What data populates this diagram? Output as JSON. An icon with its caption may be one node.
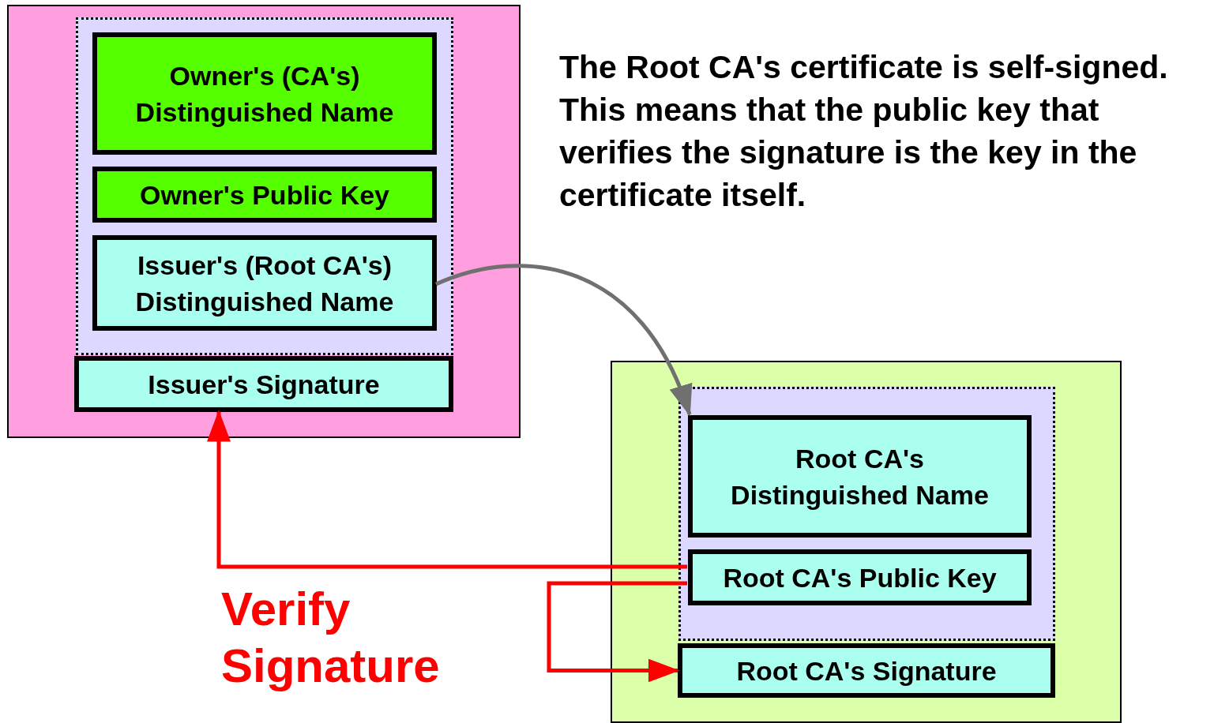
{
  "diagram": {
    "nodes": [
      {
        "text": [],
        "shape": "box"
      },
      {
        "text": [],
        "shape": "box",
        "in": 0
      },
      {
        "text": [
          "Owner's (CA's) Distinguished Name"
        ],
        "in": 1
      },
      {
        "text": [
          "Owner's Public Key"
        ],
        "in": 1
      },
      {
        "text": [
          "Issuer's (Root CA's) Distinguished Name"
        ],
        "in": 1
      },
      {
        "text": [
          "Issuer's Signature"
        ],
        "in": 0
      },
      {
        "text": [],
        "shape": "box"
      },
      {
        "text": [],
        "shape": "box",
        "in": 6
      },
      {
        "text": [
          "Root CA's Distinguished Name"
        ],
        "in": 7
      },
      {
        "text": [
          "Root CA's Public Key"
        ],
        "in": 7
      },
      {
        "text": [
          "Root CA's Signature"
        ],
        "in": 6
      }
    ],
    "edges": [
      {
        "from": 4,
        "to": 8,
        "arrow": "to",
        "color": "#707070"
      },
      {
        "from": 9,
        "to": 5,
        "arrow": "to",
        "color": "#ff0000"
      },
      {
        "from": 9,
        "to": 10,
        "arrow": "to",
        "color": "#ff0000"
      }
    ],
    "labels": [
      "The Root CA's certificate is self-signed. This means that the public key that verifies the signature is the key in the certificate itself.",
      "Verify Signature"
    ]
  }
}
